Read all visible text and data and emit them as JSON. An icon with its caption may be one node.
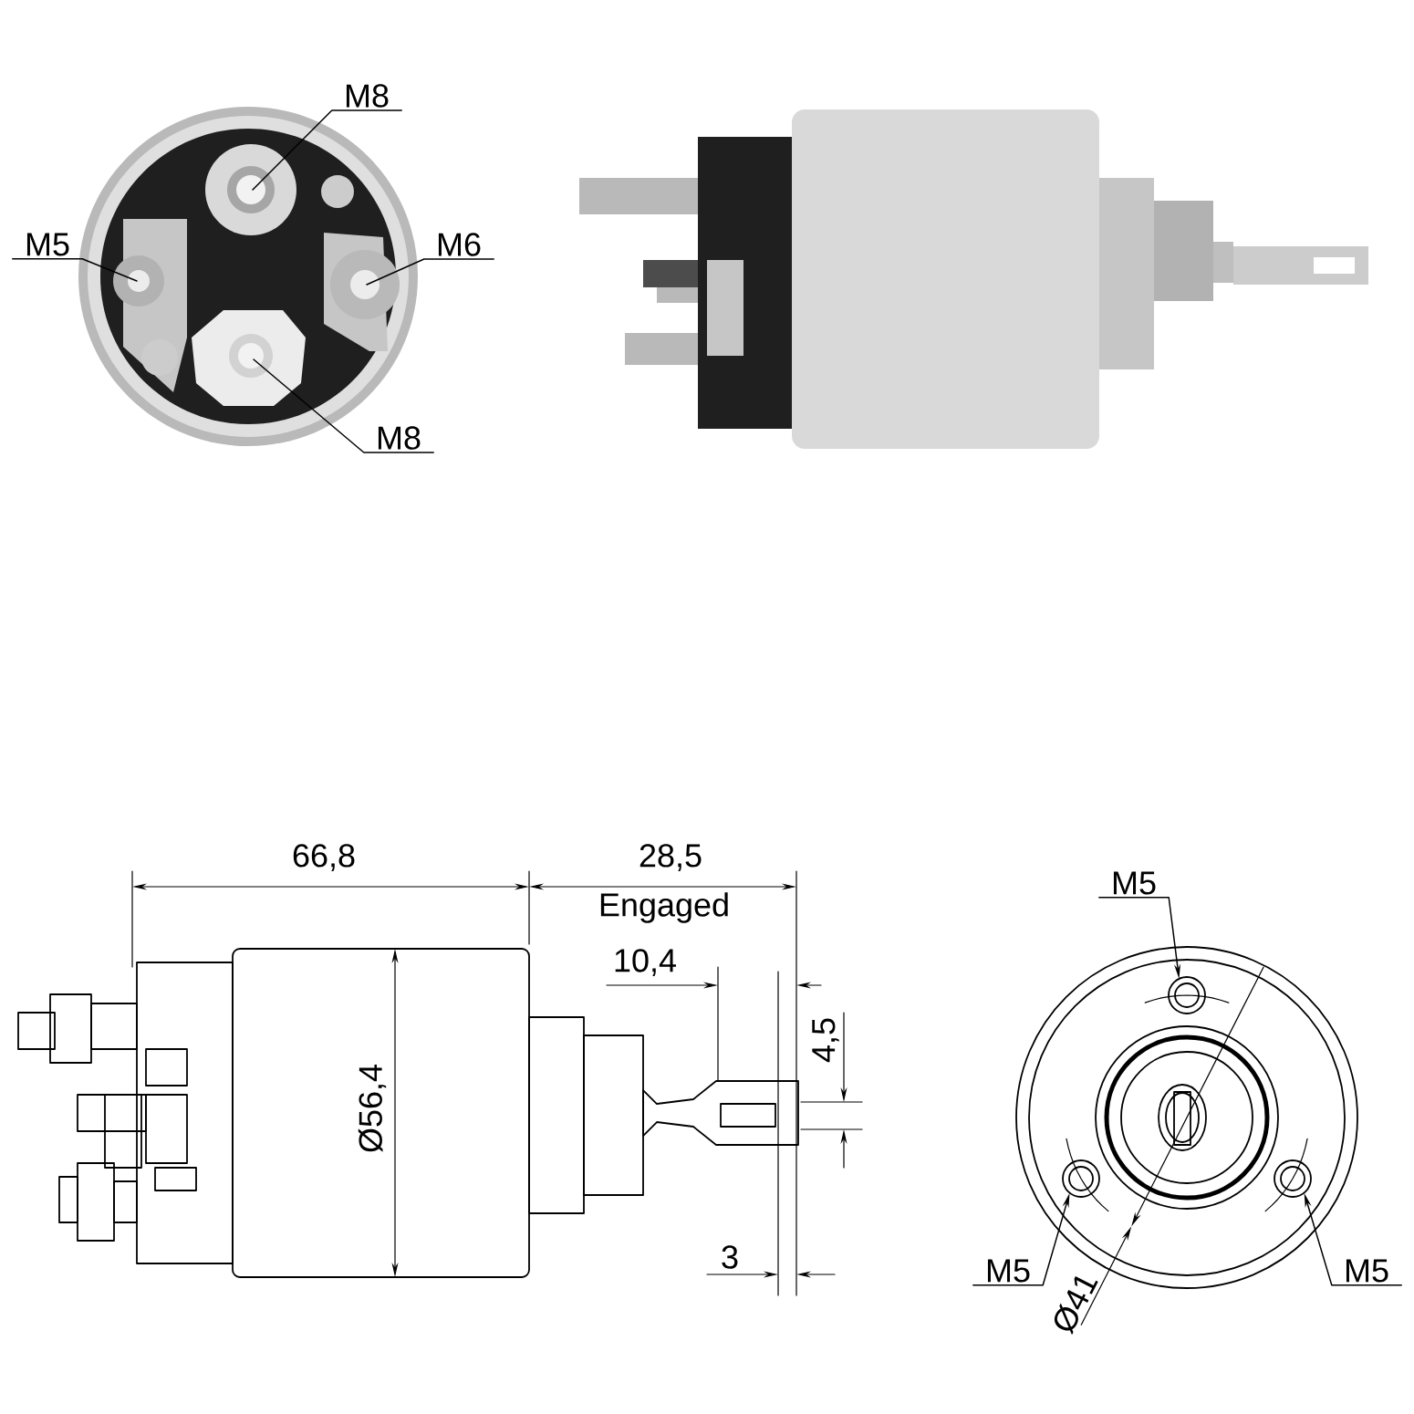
{
  "diagram": {
    "nodes": [
      {
        "text": [
          "M8"
        ]
      },
      {
        "text": [
          "M5"
        ]
      },
      {
        "text": [
          "M6"
        ]
      },
      {
        "text": [
          "M8"
        ]
      },
      {
        "text": [
          "M5"
        ]
      },
      {
        "text": [
          "M5"
        ]
      },
      {
        "text": [
          "M5"
        ]
      }
    ],
    "edges": [
      {
        "from": 0,
        "to": null,
        "arrow": "none"
      },
      {
        "from": 1,
        "to": null,
        "arrow": "none"
      },
      {
        "from": 2,
        "to": null,
        "arrow": "none"
      },
      {
        "from": 3,
        "to": null,
        "arrow": "none"
      },
      {
        "from": 4,
        "to": null,
        "arrow": "to"
      },
      {
        "from": 5,
        "to": null,
        "arrow": "to"
      },
      {
        "from": 6,
        "to": null,
        "arrow": "to"
      }
    ],
    "labels": [
      "66,8",
      "28,5",
      "Engaged",
      "10,4",
      "4,5",
      "Ø56,4",
      "3",
      "Ø41"
    ]
  }
}
